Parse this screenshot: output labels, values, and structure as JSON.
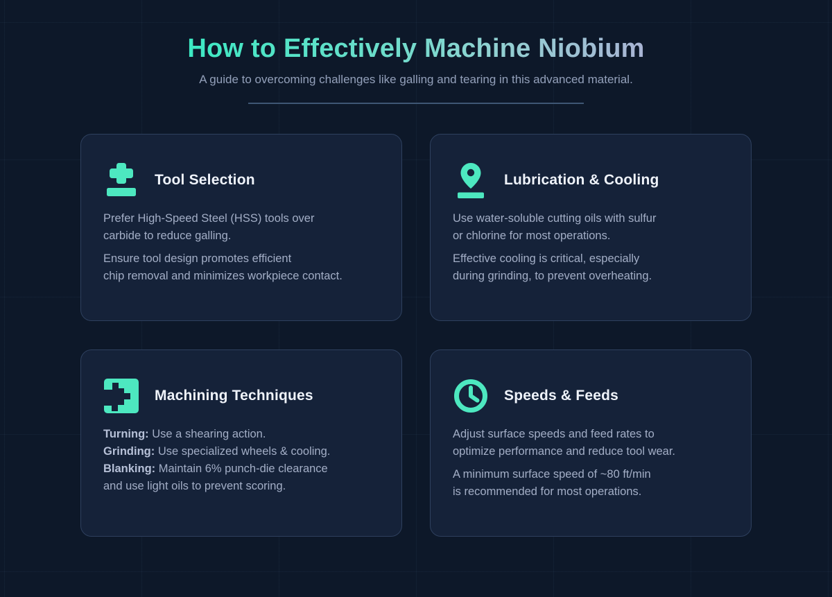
{
  "header": {
    "title": "How to Effectively Machine Niobium",
    "subtitle": "A guide to overcoming challenges like galling and tearing in this advanced material."
  },
  "colors": {
    "page_background": "#0d1829",
    "card_background": "#152239",
    "card_border": "#2e405e",
    "accent_mint": "#4de8c0",
    "title_gradient_start": "#3ce9c3",
    "title_gradient_end": "#a9b4d4",
    "divider": "#3e5674",
    "heading_text": "#eff3fa",
    "body_text": "#a3aec6",
    "subtitle_text": "#93a0ba"
  },
  "cards": [
    {
      "icon": "tools-icon",
      "title": "Tool Selection",
      "paragraphs": [
        [
          "Prefer High-Speed Steel (HSS) tools over",
          "carbide to reduce galling."
        ],
        [
          "Ensure tool design promotes efficient",
          "chip removal and minimizes workpiece contact."
        ]
      ]
    },
    {
      "icon": "map-pin-icon",
      "title": "Lubrication & Cooling",
      "paragraphs": [
        [
          "Use water-soluble cutting oils with sulfur",
          "or chlorine for most operations."
        ],
        [
          "Effective cooling is critical, especially",
          "during grinding, to prevent overheating."
        ]
      ]
    },
    {
      "icon": "puzzle-piece-icon",
      "title": "Machining Techniques",
      "lines": [
        {
          "label": "Turning:",
          "text": " Use a shearing action."
        },
        {
          "label": "Grinding:",
          "text": " Use specialized wheels & cooling."
        },
        {
          "label": "Blanking:",
          "text": " Maintain 6% punch-die clearance"
        },
        {
          "label": "",
          "text": "and use light oils to prevent scoring."
        }
      ]
    },
    {
      "icon": "clock-icon",
      "title": "Speeds & Feeds",
      "paragraphs": [
        [
          "Adjust surface speeds and feed rates to",
          "optimize performance and reduce tool wear."
        ],
        [
          "A minimum surface speed of ~80 ft/min",
          "is recommended for most operations."
        ]
      ]
    }
  ]
}
